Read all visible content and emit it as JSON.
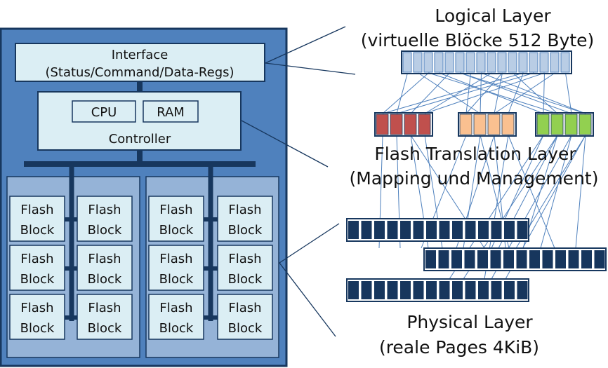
{
  "ssd": {
    "interface": {
      "line1": "Interface",
      "line2": "(Status/Command/Data-Regs)"
    },
    "controller": {
      "label": "Controller",
      "cpu": "CPU",
      "ram": "RAM"
    },
    "flash_block": {
      "line1": "Flash",
      "line2": "Block",
      "count_per_bank": 6,
      "bank_count": 2
    }
  },
  "layers": {
    "logical": {
      "title": "Logical Layer",
      "subtitle": "(virtuelle Blöcke 512 Byte)",
      "block_count": 16
    },
    "ftl": {
      "title": "Flash Translation Layer",
      "subtitle": "(Mapping und Management)",
      "groups": [
        {
          "color": "#c0504d",
          "cells": 4
        },
        {
          "color": "#fac090",
          "cells": 4
        },
        {
          "color": "#92d050",
          "cells": 4
        }
      ]
    },
    "physical": {
      "title": "Physical Layer",
      "subtitle": "(reale Pages 4KiB)",
      "rows": [
        {
          "cells": 14
        },
        {
          "cells": 14
        },
        {
          "cells": 14
        }
      ]
    }
  },
  "colors": {
    "ssd_outer": "#4f81bd",
    "ssd_border": "#17375e",
    "bus": "#17375e",
    "module_fill": "#dbeef4",
    "bank_fill": "#95b3d7",
    "logical_cell": "#b9cde5",
    "physical_cell": "#17365d",
    "connector": "#4f81bd"
  }
}
